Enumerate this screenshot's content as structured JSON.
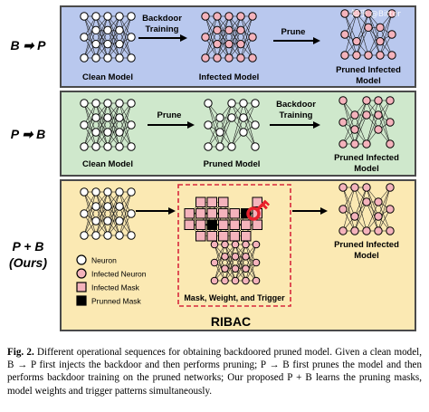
{
  "rows": [
    {
      "label": "B ➡ P"
    },
    {
      "label": "P ➡ B"
    },
    {
      "label_line1": "P + B",
      "label_line2": "(Ours)"
    }
  ],
  "panel1": {
    "clean_model": "Clean Model",
    "arrow1_line1": "Backdoor",
    "arrow1_line2": "Training",
    "infected_model": "Infected Model",
    "arrow2": "Prune",
    "pruned_line1": "Pruned Infected",
    "pruned_line2": "Model"
  },
  "panel2": {
    "clean_model": "Clean Model",
    "arrow1": "Prune",
    "pruned_model": "Pruned Model",
    "arrow2_line1": "Backdoor",
    "arrow2_line2": "Training",
    "pruned_line1": "Pruned Infected",
    "pruned_line2": "Model"
  },
  "panel3": {
    "legend": {
      "neuron": "Neuron",
      "infected_neuron": "Infected Neuron",
      "infected_mask": "Infected Mask",
      "pruned_mask": "Prunned Mask"
    },
    "box_label": "Mask, Weight, and Trigger",
    "method": "RIBAC",
    "pruned_line1": "Pruned Infected",
    "pruned_line2": "Model"
  },
  "colors": {
    "panel1_bg": "#b9c8ee",
    "panel2_bg": "#cfe8cc",
    "panel3_bg": "#fbe9b3",
    "infected_fill": "#f4b3bc",
    "dashed_box": "#d8283c",
    "key": "#e8202c"
  },
  "icons": {
    "key": "key-icon"
  },
  "caption": {
    "fig_label": "Fig. 2.",
    "text": " Different operational sequences for obtaining backdoored pruned model. Given a clean model, B → P first injects the backdoor and then performs pruning; P → B first prunes the model and then performs backdoor training on the pruned networks; Our proposed P + B learns the pruning masks, model weights and trigger patterns simultaneously."
  },
  "watermark": "知乎 @Bitter"
}
